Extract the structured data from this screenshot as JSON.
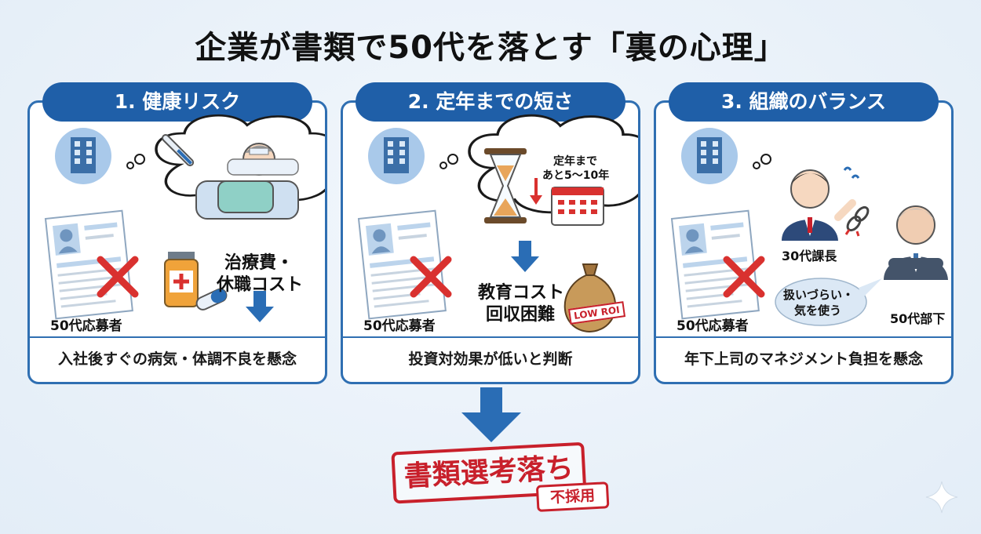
{
  "title": "企業が書類で50代を落とす「裏の心理」",
  "panels": [
    {
      "heading": "1. 健康リスク",
      "resume_label": "50代応募者",
      "cost_label_line1": "治療費・",
      "cost_label_line2": "休職コスト",
      "footer": "入社後すぐの病気・体調不良を懸念"
    },
    {
      "heading": "2. 定年までの短さ",
      "resume_label": "50代応募者",
      "retire_line1": "定年まで",
      "retire_line2": "あと5〜10年",
      "cost_label_line1": "教育コスト",
      "cost_label_line2": "回収困難",
      "roi_tag": "LOW ROI",
      "footer": "投資対効果が低いと判断"
    },
    {
      "heading": "3. 組織のバランス",
      "resume_label": "50代応募者",
      "manager_label": "30代課長",
      "subordinate_label": "50代部下",
      "speech_line1": "扱いづらい・",
      "speech_line2": "気を使う",
      "footer": "年下上司のマネジメント負担を懸念"
    }
  ],
  "result": {
    "stamp": "書類選考落ち",
    "sub_stamp": "不採用"
  },
  "colors": {
    "primary": "#1f5fa8",
    "border": "#2f6fb2",
    "reject": "#c8202b",
    "cross": "#d9312f"
  },
  "icons": [
    "building-icon",
    "thought-bubble-icon",
    "thermometer-icon",
    "sick-patient-icon",
    "resume-icon",
    "reject-cross-icon",
    "medicine-bottle-icon",
    "pill-icon",
    "down-arrow-icon",
    "hourglass-icon",
    "calendar-icon",
    "money-bag-icon",
    "manager-icon",
    "senior-employee-icon",
    "broken-chain-icon",
    "sparkle-icon"
  ]
}
